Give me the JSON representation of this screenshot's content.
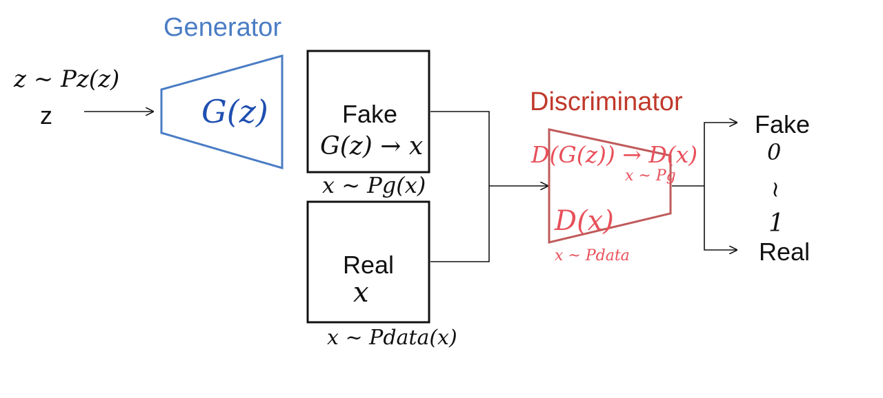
{
  "colors": {
    "generator": "#4a7cc4",
    "discriminator": "#d9534f",
    "ink": "#111111",
    "pen_blue": "#1f4fb0",
    "pen_red": "#e8505a"
  },
  "noise": {
    "handwritten_dist": "z ~ Pz(z)",
    "symbol": "z"
  },
  "generator": {
    "title": "Generator",
    "function": "G(z)"
  },
  "fake_box": {
    "label": "Fake",
    "note": "G(z) → x",
    "dist": "x ~ Pg(x)"
  },
  "real_box": {
    "label": "Real",
    "note": "x",
    "dist": "x ~ Pdata(x)"
  },
  "discriminator": {
    "title": "Discriminator",
    "note_fake": "D(G(z)) → D(x)",
    "note_fake_dist": "x ~ Pg",
    "note_real": "D(x)",
    "note_real_dist": "x ~ Pdata"
  },
  "outputs": {
    "fake": "Fake",
    "zero": "0",
    "tilde": "~",
    "one": "1",
    "real": "Real"
  }
}
